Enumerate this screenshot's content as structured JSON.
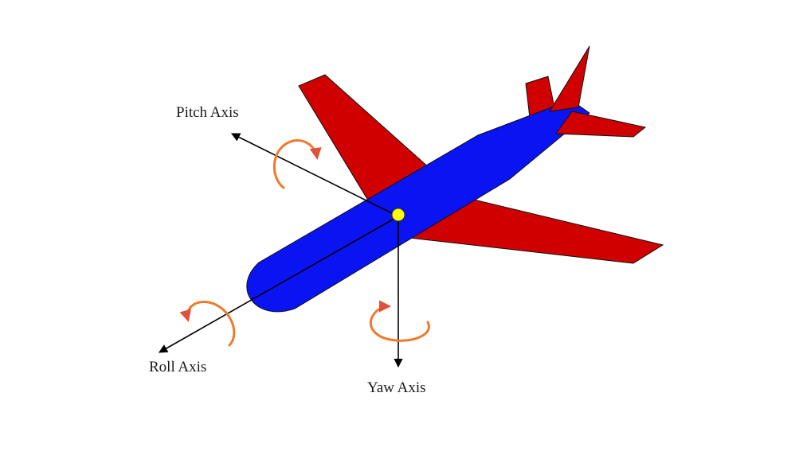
{
  "labels": {
    "pitch": "Pitch Axis",
    "roll": "Roll Axis",
    "yaw": "Yaw Axis"
  },
  "colors": {
    "fuselage": "#0a14f2",
    "wings": "#d10000",
    "axis_lines": "#000000",
    "rotation_arrows": "#f07a2c",
    "rotation_arrowheads": "#e0503a",
    "center_of_gravity": "#ffff00"
  }
}
